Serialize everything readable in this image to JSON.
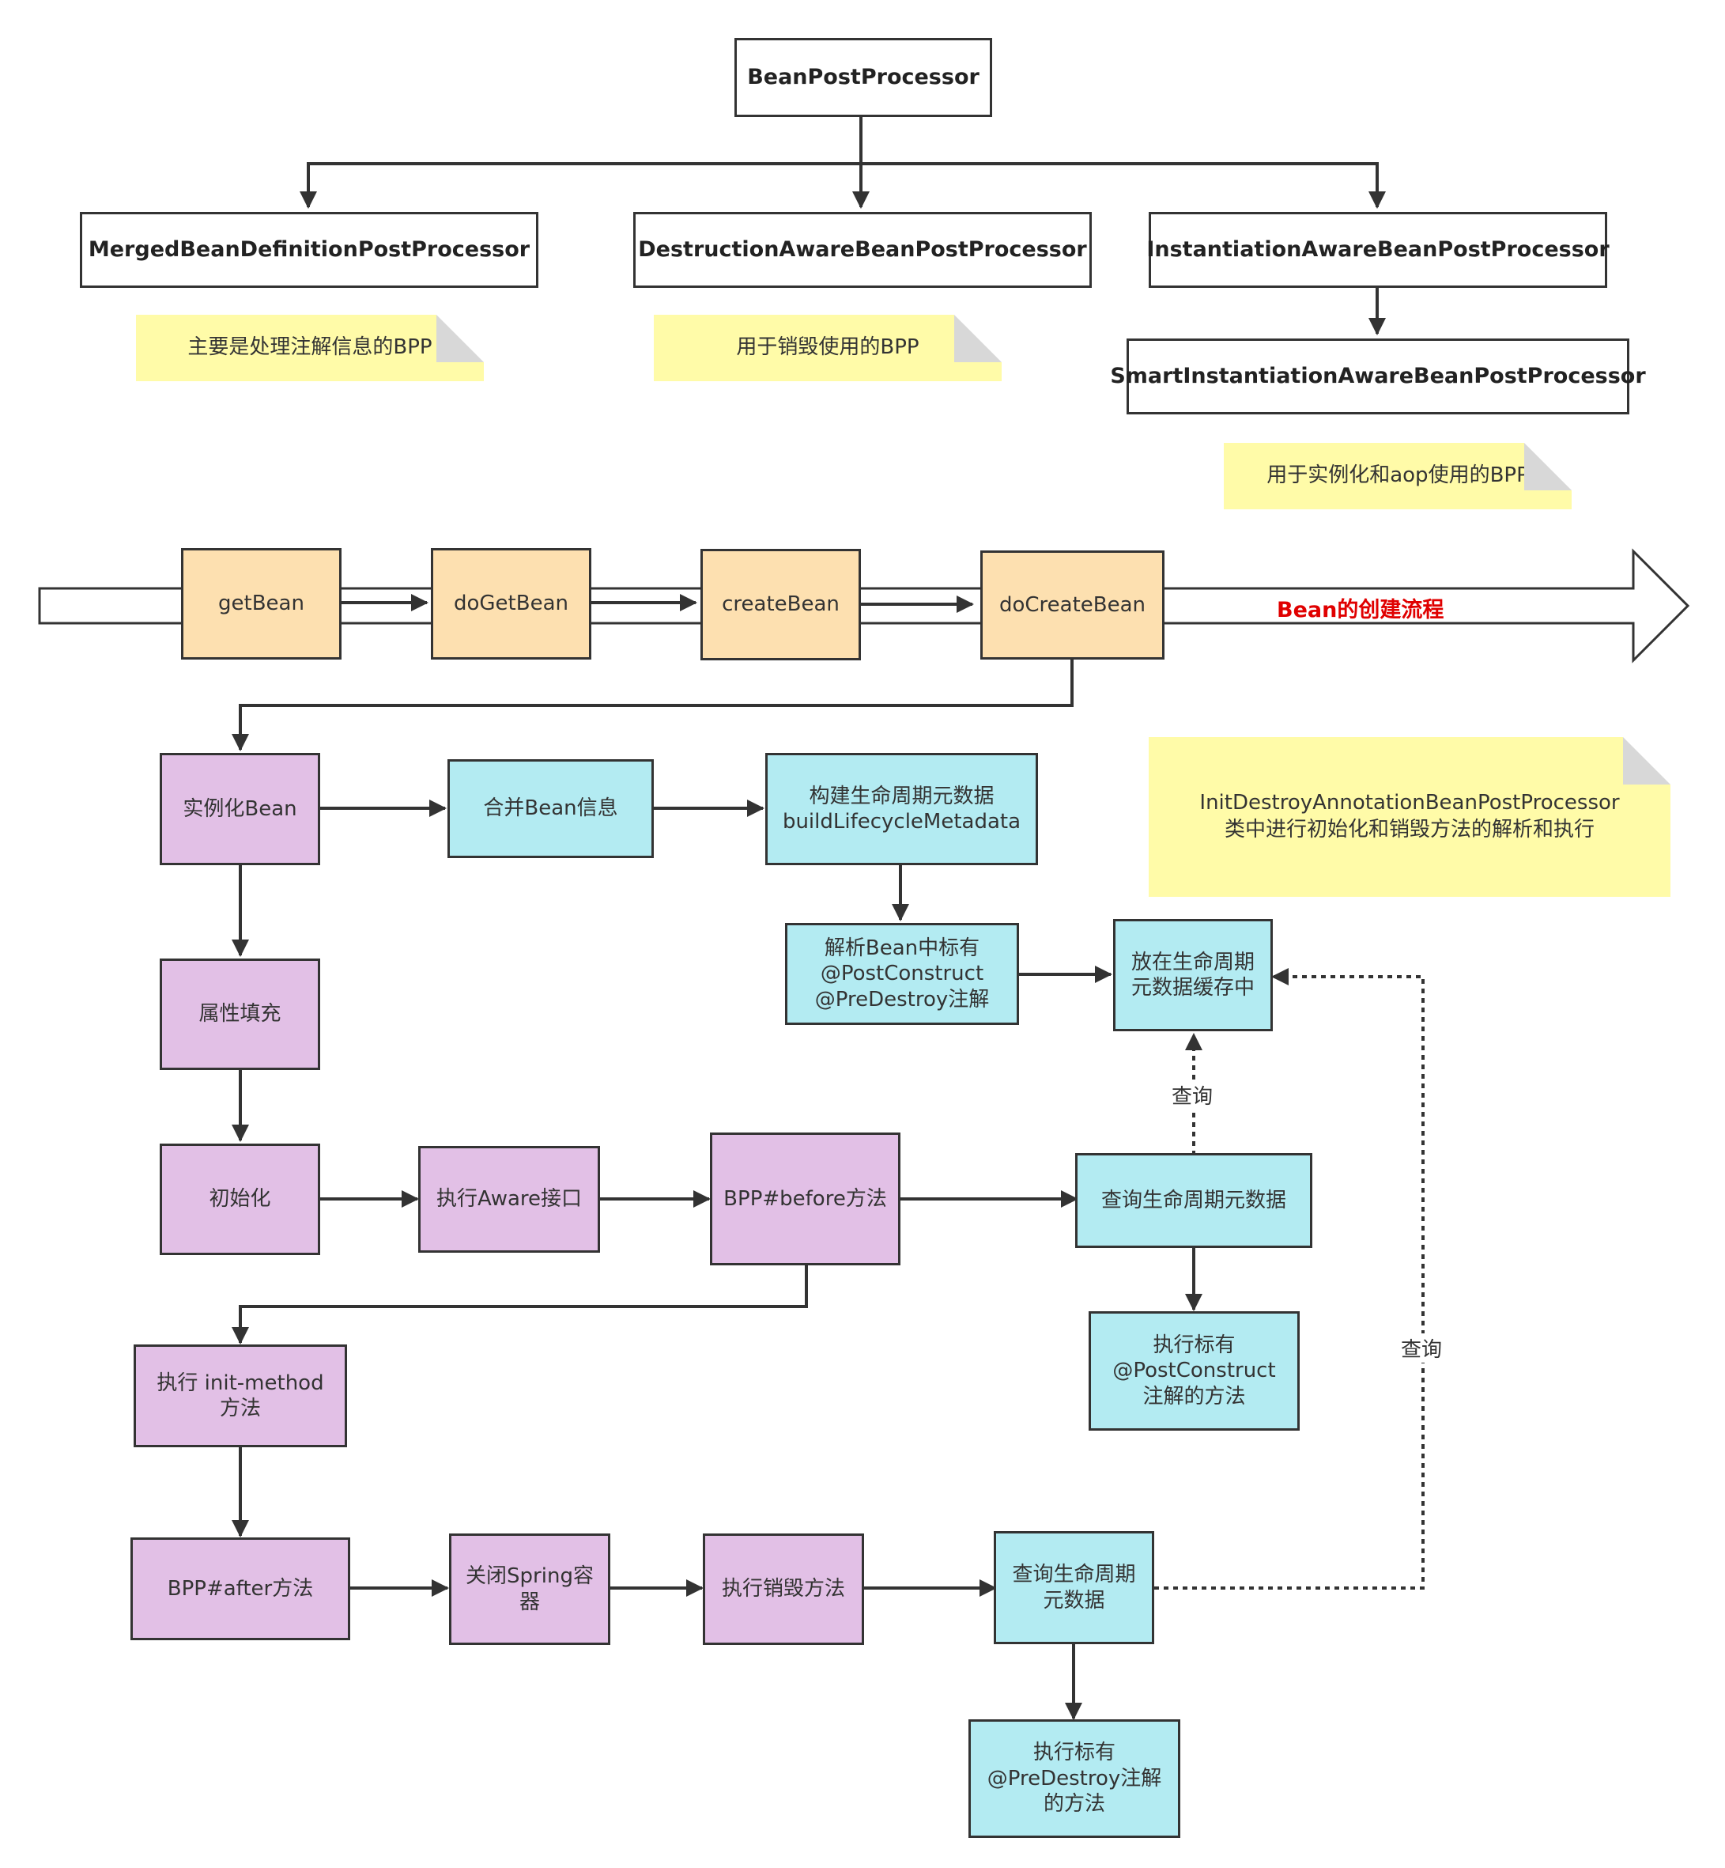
{
  "hierarchy": {
    "root": "BeanPostProcessor",
    "children": [
      "MergedBeanDefinitionPostProcessor",
      "DestructionAwareBeanPostProcessor",
      "InstantiationAwareBeanPostProcessor"
    ],
    "grandchild": "SmartInstantiationAwareBeanPostProcessor"
  },
  "notes": {
    "merged": "主要是处理注解信息的BPP",
    "destruction": "用于销毁使用的BPP",
    "instantiation": "用于实例化和aop使用的BPP",
    "initDestroy": "InitDestroyAnnotationBeanPostProcessor\n类中进行初始化和销毁方法的解析和执行"
  },
  "flow": {
    "title": "Bean的创建流程",
    "steps": [
      "getBean",
      "doGetBean",
      "createBean",
      "doCreateBean"
    ]
  },
  "process": {
    "instantiate": "实例化Bean",
    "mergeInfo": "合并Bean信息",
    "buildMetadata": "构建生命周期元数据\nbuildLifecycleMetadata",
    "parseAnnotations": "解析Bean中标有\n@PostConstruct\n@PreDestroy注解",
    "cacheMetadata": "放在生命周期\n元数据缓存中",
    "populate": "属性填充",
    "initialize": "初始化",
    "aware": "执行Aware接口",
    "bppBefore": "BPP#before方法",
    "queryMetadata1": "查询生命周期元数据",
    "runPostConstruct": "执行标有\n@PostConstruct\n注解的方法",
    "initMethod": "执行 init-method\n方法",
    "bppAfter": "BPP#after方法",
    "closeSpring": "关闭Spring容\n器",
    "runDestroy": "执行销毁方法",
    "queryMetadata2": "查询生命周期\n元数据",
    "runPreDestroy": "执行标有\n@PreDestroy注解\n的方法",
    "queryLabel1": "查询",
    "queryLabel2": "查询"
  }
}
